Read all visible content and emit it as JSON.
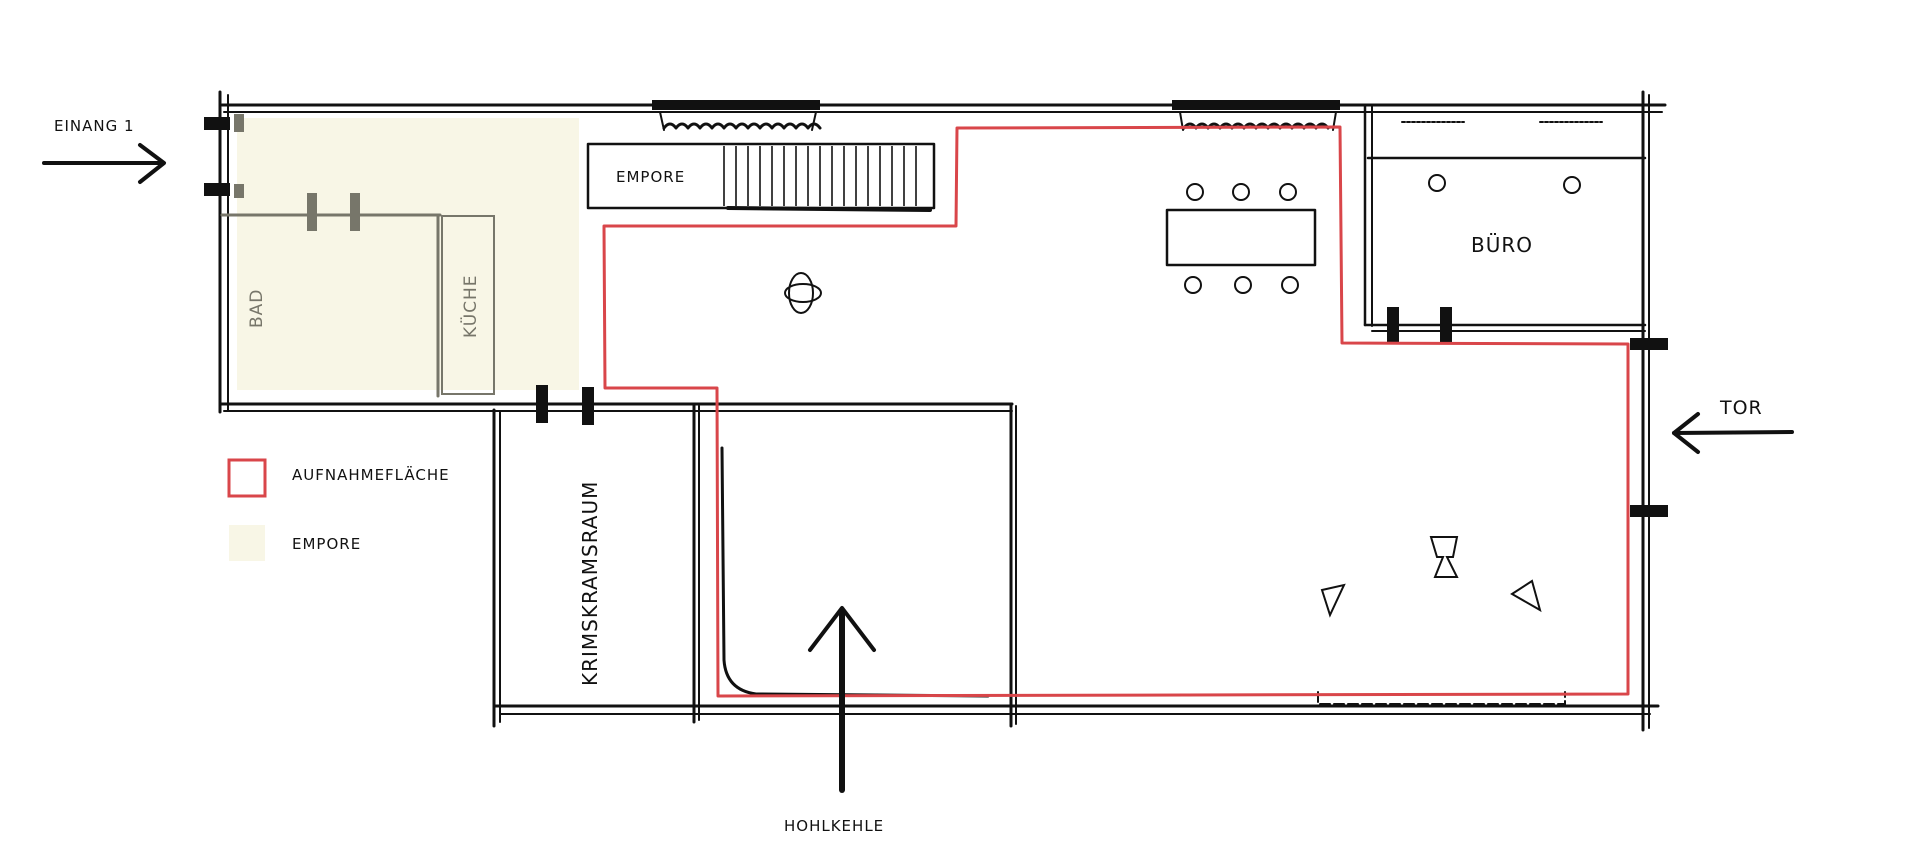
{
  "colors": {
    "recording_area": "#d9464a",
    "gallery": "#f8f6e6",
    "gallery_wall": "#77766a",
    "ink": "#111111"
  },
  "labels": {
    "entrance": "EINANG 1",
    "gallery": "EMPORE",
    "bathroom": "BAD",
    "kitchen": "KÜCHE",
    "office": "BÜRO",
    "gate": "TOR",
    "storage": "KRIMSKRAMSRAUM",
    "cove": "HOHLKEHLE"
  },
  "legend": [
    {
      "label": "AUFNAHMEFLÄCHE",
      "swatch": "outline",
      "color": "#d9464a"
    },
    {
      "label": "EMPORE",
      "swatch": "fill",
      "color": "#f8f6e6"
    }
  ]
}
